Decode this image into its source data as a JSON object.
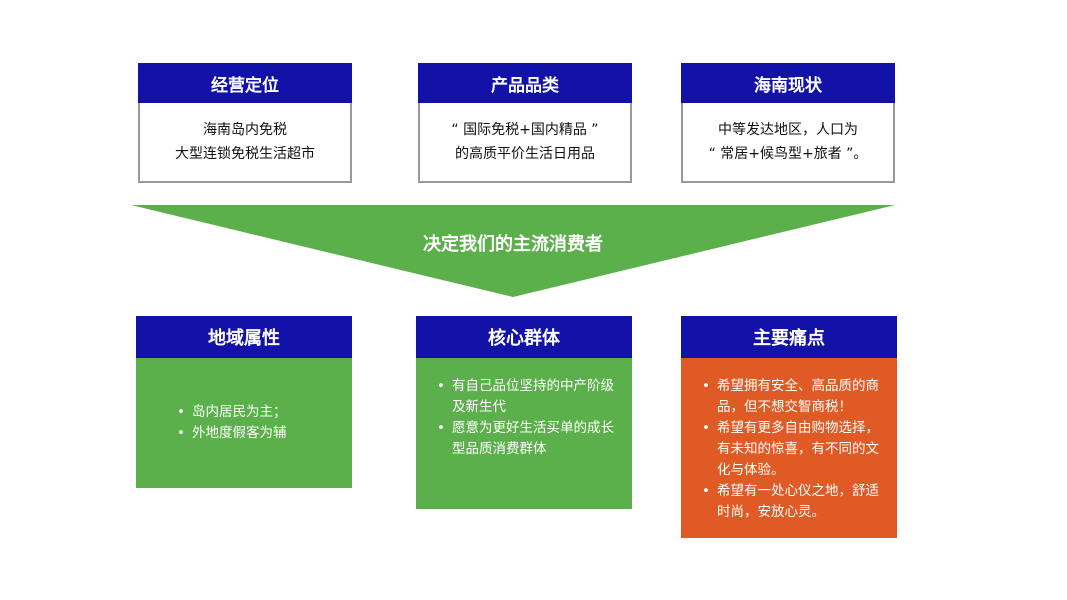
{
  "top": [
    {
      "title": "经营定位",
      "lines": [
        "海南岛内免税",
        "大型连锁免税生活超市"
      ]
    },
    {
      "title": "产品品类",
      "lines": [
        "“ 国际免税+国内精品 ”",
        "的高质平价生活日用品"
      ]
    },
    {
      "title": "海南现状",
      "lines": [
        "中等发达地区，人口为",
        "“ 常居+候鸟型+旅者 ”。"
      ]
    }
  ],
  "funnel": {
    "label": "决定我们的主流消费者",
    "color": "#5bb04b"
  },
  "bottom": [
    {
      "title": "地域属性",
      "items": [
        "岛内居民为主；",
        "外地度假客为辅"
      ]
    },
    {
      "title": "核心群体",
      "items": [
        "有自己品位坚持的中产阶级及新生代",
        "愿意为更好生活买单的成长型品质消费群体"
      ]
    },
    {
      "title": "主要痛点",
      "items": [
        "希望拥有安全、高品质的商品，但不想交智商税！",
        "希望有更多自由购物选择，有未知的惊喜，有不同的文化与体验。",
        "希望有一处心仪之地，舒适时尚，安放心灵。"
      ]
    }
  ],
  "colors": {
    "header": "#1212a8",
    "green": "#5bb04b",
    "orange": "#e05a26",
    "border": "#9a9a9a"
  }
}
